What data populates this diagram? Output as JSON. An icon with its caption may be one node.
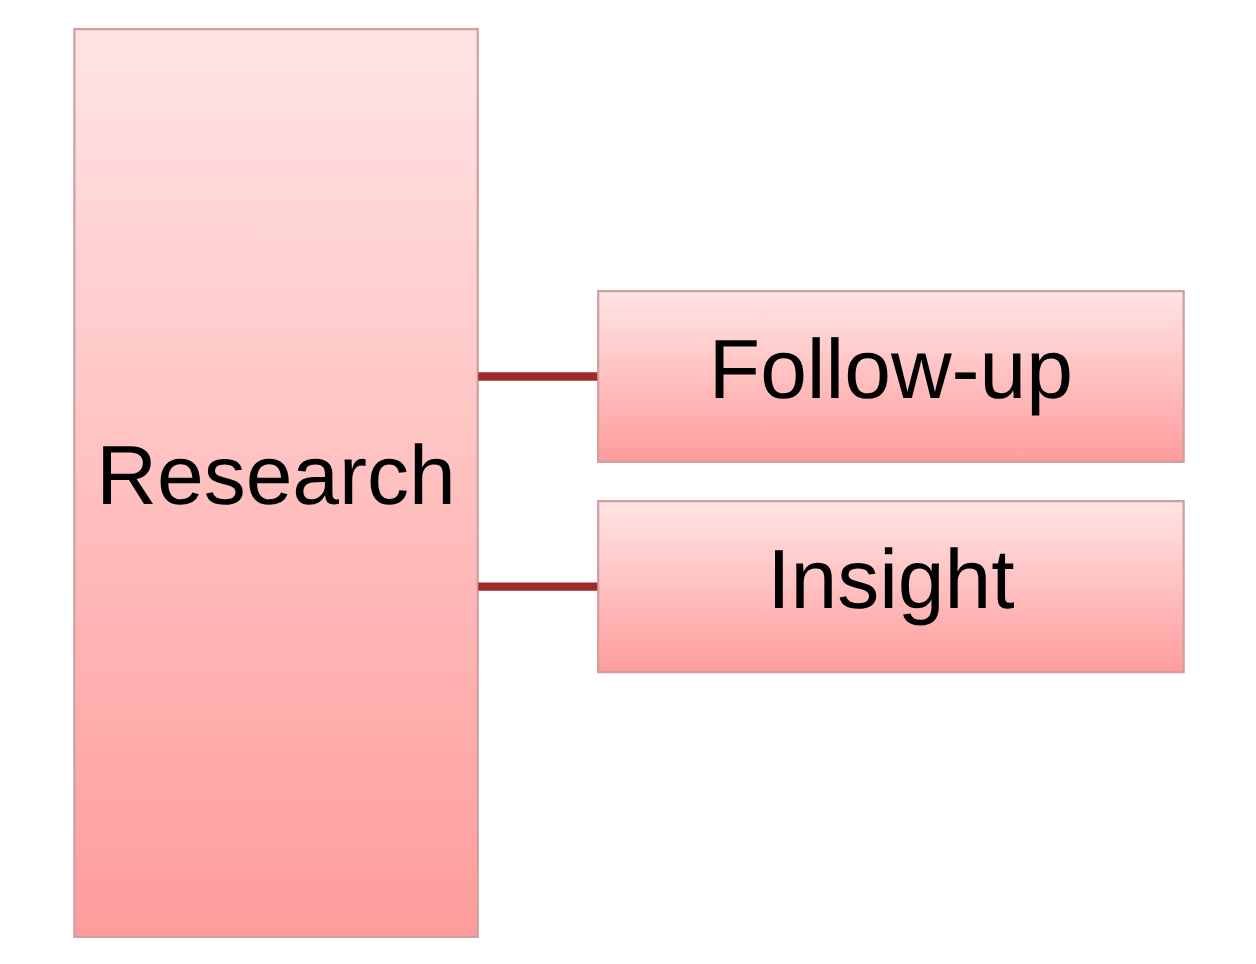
{
  "diagram": {
    "nodes": [
      {
        "text": [
          "Research"
        ]
      },
      {
        "text": [
          "Follow-up"
        ]
      },
      {
        "text": [
          "Insight"
        ]
      }
    ],
    "edges": [
      {
        "from": 0,
        "to": 1,
        "arrow": "none"
      },
      {
        "from": 0,
        "to": 2,
        "arrow": "none"
      }
    ]
  }
}
